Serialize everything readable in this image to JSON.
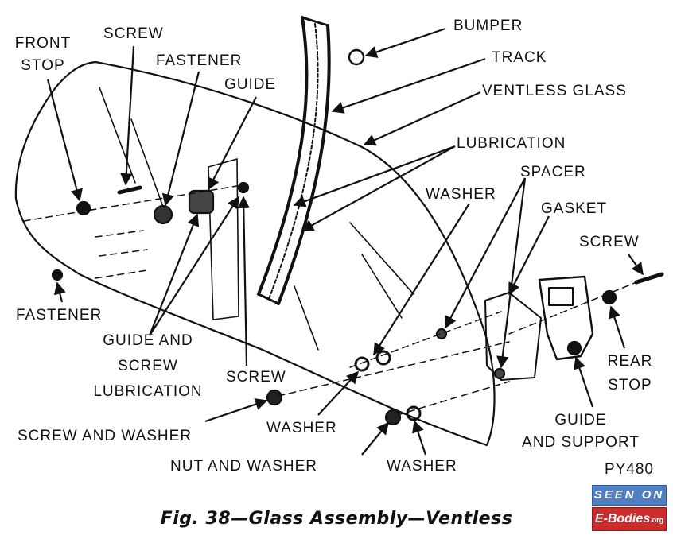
{
  "labels": {
    "bumper": "BUMPER",
    "track": "TRACK",
    "ventless_glass": "VENTLESS GLASS",
    "lubrication_top": "LUBRICATION",
    "spacer": "SPACER",
    "washer_top": "WASHER",
    "gasket": "GASKET",
    "screw_right": "SCREW",
    "rear_stop_1": "REAR",
    "rear_stop_2": "STOP",
    "guide_support_1": "GUIDE",
    "guide_support_2": "AND SUPPORT",
    "front_stop_1": "FRONT",
    "front_stop_2": "STOP",
    "screw_top": "SCREW",
    "fastener_top": "FASTENER",
    "guide_top": "GUIDE",
    "fastener_left": "FASTENER",
    "guide_screw_1": "GUIDE AND",
    "guide_screw_2": "SCREW",
    "lubrication_left": "LUBRICATION",
    "screw_center": "SCREW",
    "screw_and_washer": "SCREW AND WASHER",
    "washer_mid": "WASHER",
    "nut_and_washer": "NUT AND WASHER",
    "washer_bottom": "WASHER"
  },
  "figure_code": "PY480",
  "caption": "Fig. 38—Glass Assembly—Ventless",
  "watermark": {
    "top": "SEEN ON",
    "bottom": "E-Bodies",
    "suffix": ".org"
  },
  "colors": {
    "ink": "#111111",
    "watermark_blue": "#4f7fc4",
    "watermark_red": "#cc2b2b"
  }
}
